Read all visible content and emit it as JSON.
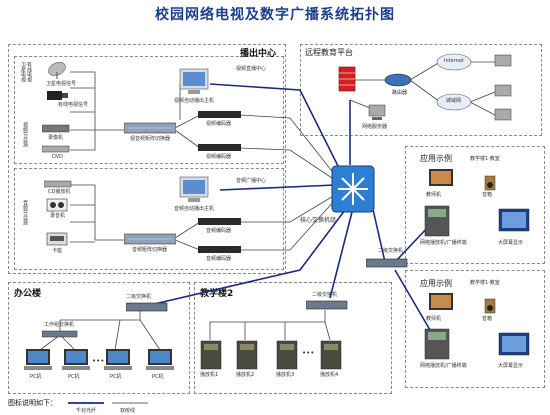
{
  "title": "校园网络电视及数字广播系统拓扑图",
  "sections": {
    "broadcast_center": "播出中心",
    "remote_platform": "远程教育平台",
    "office": "办公楼",
    "teaching2": "教学楼2",
    "app_example_top": "应用示例",
    "app_example_bottom": "应用示例"
  },
  "labels": {
    "video_live": "视频直播中心",
    "audio_live": "音频广播中心",
    "video_host": "视频自动播出主机",
    "audio_host": "音频自动播出主机",
    "video_matrix": "视音频矩阵切换器",
    "audio_matrix": "音频矩阵切换器",
    "video_encoder_1": "视频编码器",
    "video_encoder_2": "视频编码器",
    "audio_encoder_1": "音频编码器",
    "audio_encoder_2": "音频编码器",
    "core_switch": "核心交换机组",
    "l2_switch_office": "二级交换机",
    "l2_switch_t2": "二级交换机",
    "l2_switch_right": "二级交换机",
    "workgroup_switch": "工作组交换机",
    "satellite_group": "卫星电视",
    "cable_tv": "有线电视",
    "video_source": "视频节目源",
    "audio_source": "音频节目源",
    "sat_receiver": "卫星电视信号",
    "cable_signal": "有线电视信号",
    "recorder": "录像机",
    "dvd": "DVD",
    "cd_player": "CD播放机",
    "tape_player": "录音机",
    "tuner": "卡座",
    "internet": "Internet",
    "router": "路由器",
    "lan": "城域网",
    "remote_host": "网络服务器",
    "classroom1": "教学楼1·教室",
    "classroom2": "教学楼1·教室",
    "teacher_pc": "教师机",
    "speaker": "音箱",
    "decoder_cabinet": "网络播放机/广播终端",
    "lcd_screen": "大屏幕显示",
    "pc": "PC机",
    "terminals": [
      "播放机1",
      "播放机2",
      "播放机3",
      "播放机4"
    ],
    "more_dots": "•••"
  },
  "legend": {
    "title": "图标说明如下：",
    "fiber": "千兆光纤",
    "twisted": "双绞线"
  },
  "colors": {
    "fiber": "#1e2a80",
    "twisted": "#333333",
    "title": "#1a3f8f"
  }
}
